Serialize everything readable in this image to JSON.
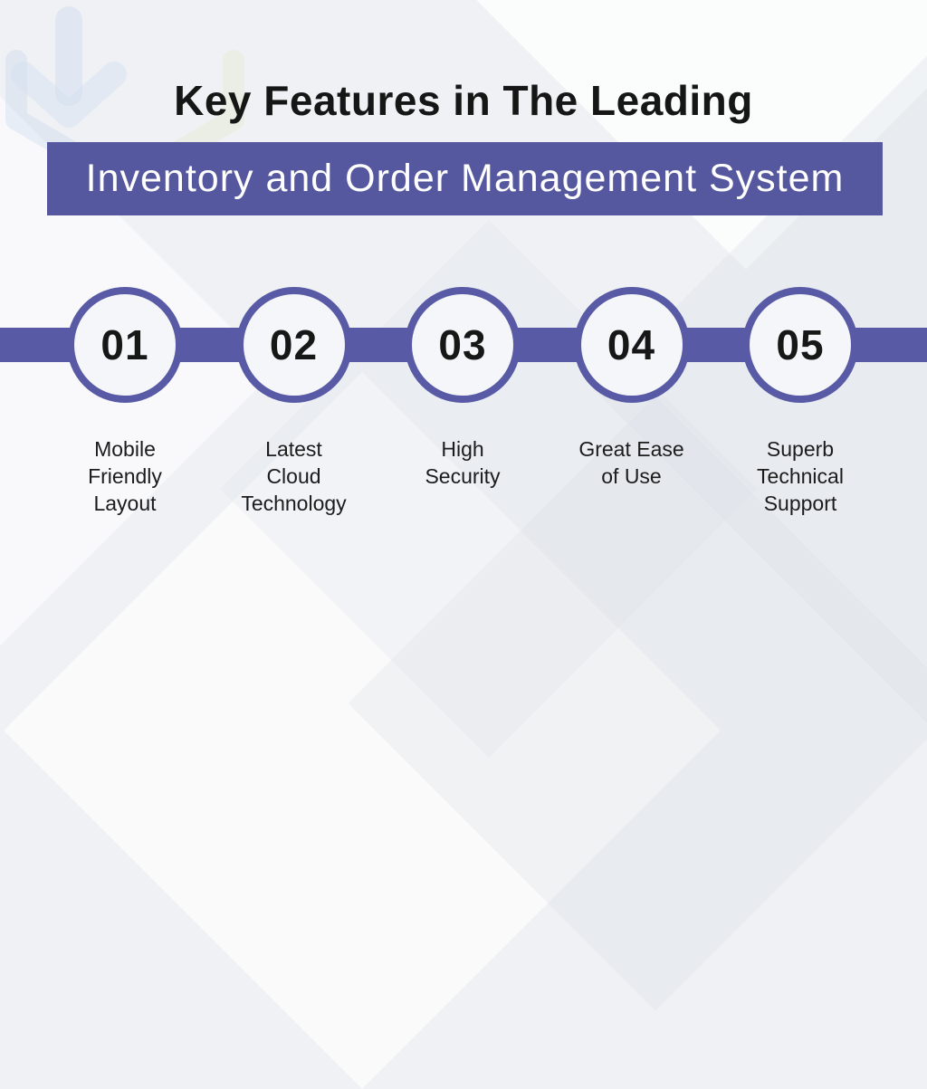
{
  "page": {
    "background_color": "#eff1f4"
  },
  "title": "Key Features in The Leading",
  "banner": {
    "text": "Inventory and Order Management System",
    "bg_color": "#55589e",
    "text_color": "#ffffff"
  },
  "watermark_icon": "box-with-down-arrow-logo",
  "timeline": {
    "bar_color": "#585aa6",
    "circle_border_color": "#585aa6",
    "number_color": "#171717",
    "steps": [
      {
        "number": "01",
        "label": "Mobile\nFriendly\nLayout"
      },
      {
        "number": "02",
        "label": "Latest\nCloud\nTechnology"
      },
      {
        "number": "03",
        "label": "High\nSecurity"
      },
      {
        "number": "04",
        "label": "Great Ease\nof Use"
      },
      {
        "number": "05",
        "label": "Superb\nTechnical\nSupport"
      }
    ]
  }
}
